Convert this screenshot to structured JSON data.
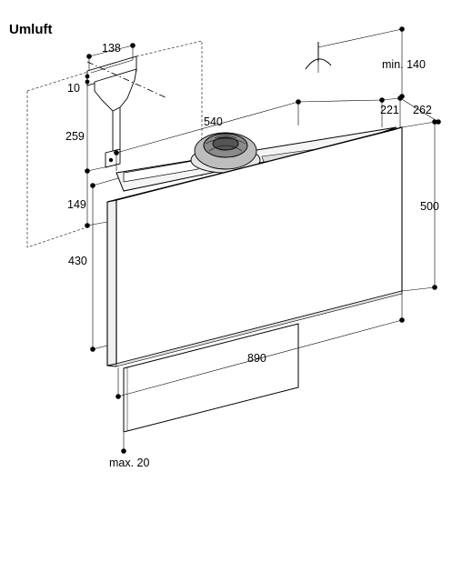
{
  "title": "Umluft",
  "dimensions": {
    "bracket_width": "138",
    "bracket_offset": "10",
    "bracket_height": "259",
    "lower_gap": "149",
    "panel_lower_height": "430",
    "width": "540",
    "depth_top": "221",
    "depth_total": "262",
    "ceiling_clearance": "min. 140",
    "height": "500",
    "total_width": "890",
    "bottom_clearance": "max. 20"
  },
  "colors": {
    "line": "#000000",
    "panel_face": "#ffffff",
    "shade": "#e8e8e8",
    "dashed": "#333333"
  }
}
